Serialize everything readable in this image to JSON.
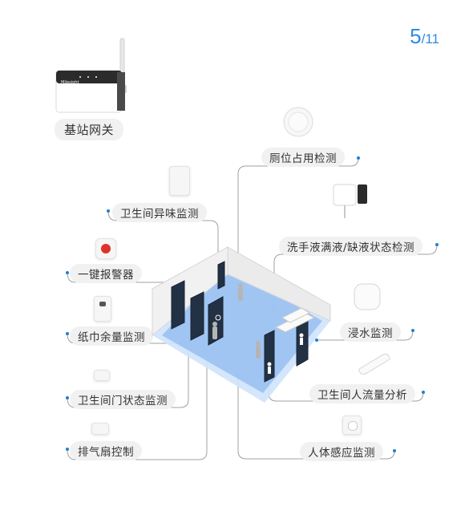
{
  "page": {
    "number": "5",
    "total": "/11"
  },
  "gateway": {
    "label": "基站网关",
    "brand": "Milesight"
  },
  "labels": {
    "toilet_occupancy": "厕位占用检测",
    "odor": "卫生间异味监测",
    "soap": "洗手液满液/缺液状态检测",
    "sos": "一键报警器",
    "tissue": "纸巾余量监测",
    "leak": "浸水监测",
    "door": "卫生间门状态监测",
    "people_count": "卫生间人流量分析",
    "fan": "排气扇控制",
    "presence": "人体感应监测"
  },
  "device_brand": "Milesight",
  "colors": {
    "accent": "#2f8be0",
    "line": "#9a9a9a",
    "dot": "#1f7fd6",
    "water": "#4a90e2",
    "label_bg": "#f1f1f1"
  }
}
